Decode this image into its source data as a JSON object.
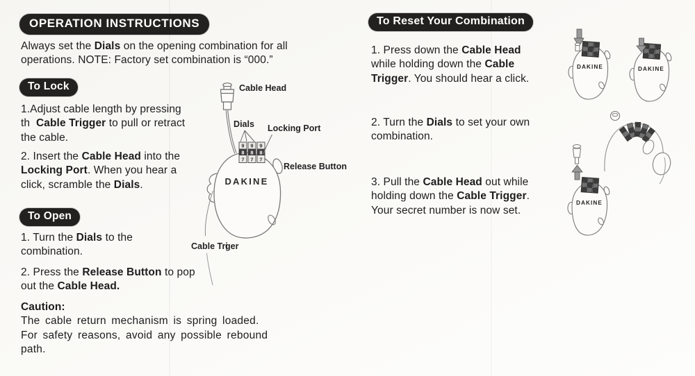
{
  "colors": {
    "page_bg": "#faf9f6",
    "pill_bg": "#22211f",
    "pill_text": "#ffffff",
    "body_text": "#1d1d1d",
    "line_art": "#777777",
    "arrow_gray": "#9a9a9a"
  },
  "headings": {
    "main": "OPERATION INSTRUCTIONS",
    "lock": "To Lock",
    "open": "To Open",
    "reset": "To Reset Your Combination"
  },
  "intro": [
    {
      "t": "Always set the "
    },
    {
      "t": "Dials",
      "b": true
    },
    {
      "t": " on the opening combination for all"
    },
    {
      "br": true
    },
    {
      "t": "operations. NOTE: Factory set combination is “000.”"
    }
  ],
  "to_lock": {
    "s1": [
      {
        "t": "1.Adjust cable length by pressing"
      },
      {
        "br": true
      },
      {
        "t": "th  "
      },
      {
        "t": "Cable Trigger",
        "b": true
      },
      {
        "t": " to pull or retract"
      },
      {
        "br": true
      },
      {
        "t": "the cable."
      }
    ],
    "s2": [
      {
        "t": "2. Insert the "
      },
      {
        "t": "Cable Head",
        "b": true
      },
      {
        "t": " into the"
      },
      {
        "br": true
      },
      {
        "t": "Locking Port",
        "b": true
      },
      {
        "t": ". When you hear a"
      },
      {
        "br": true
      },
      {
        "t": "click, scramble the "
      },
      {
        "t": "Dials",
        "b": true
      },
      {
        "t": "."
      }
    ]
  },
  "to_open": {
    "s1": [
      {
        "t": "1. Turn the "
      },
      {
        "t": "Dials",
        "b": true
      },
      {
        "t": " to the"
      },
      {
        "br": true
      },
      {
        "t": "combination."
      }
    ],
    "s2": [
      {
        "t": "2. Press the "
      },
      {
        "t": "Release Button",
        "b": true
      },
      {
        "t": " to pop"
      },
      {
        "br": true
      },
      {
        "t": "out the "
      },
      {
        "t": "Cable Head.",
        "b": true
      }
    ]
  },
  "caution": {
    "title": "Caution:",
    "body": [
      {
        "t": "The cable return mechanism is spring loaded."
      },
      {
        "br": true
      },
      {
        "t": "For safety reasons, avoid any possible rebound"
      },
      {
        "br": true
      },
      {
        "t": "path."
      }
    ]
  },
  "to_reset": {
    "s1": [
      {
        "t": "1. Press down the "
      },
      {
        "t": "Cable Head",
        "b": true
      },
      {
        "br": true
      },
      {
        "t": "while holding down the "
      },
      {
        "t": "Cable",
        "b": true
      },
      {
        "br": true
      },
      {
        "t": "Trigger",
        "b": true
      },
      {
        "t": ". You should hear a click."
      }
    ],
    "s2": [
      {
        "t": "2. Turn the "
      },
      {
        "t": "Dials",
        "b": true
      },
      {
        "t": " to set your own"
      },
      {
        "br": true
      },
      {
        "t": "combination."
      }
    ],
    "s3": [
      {
        "t": "3. Pull the "
      },
      {
        "t": "Cable Head",
        "b": true
      },
      {
        "t": " out while"
      },
      {
        "br": true
      },
      {
        "t": "holding down the "
      },
      {
        "t": "Cable Trigger",
        "b": true
      },
      {
        "t": "."
      },
      {
        "br": true
      },
      {
        "t": "Your secret number is now set."
      }
    ]
  },
  "diagram": {
    "labels": {
      "cable_head": "Cable Head",
      "dials": "Dials",
      "locking_port": "Locking Port",
      "release_button": "Release Button",
      "cable_trigger_part1": "Cable Tri",
      "cable_trigger_part2": "ger"
    },
    "logo": "DAKINE",
    "dial_digits": [
      [
        "9",
        "9",
        "9"
      ],
      [
        "8",
        "8",
        "8"
      ],
      [
        "7",
        "7",
        "7"
      ]
    ]
  }
}
